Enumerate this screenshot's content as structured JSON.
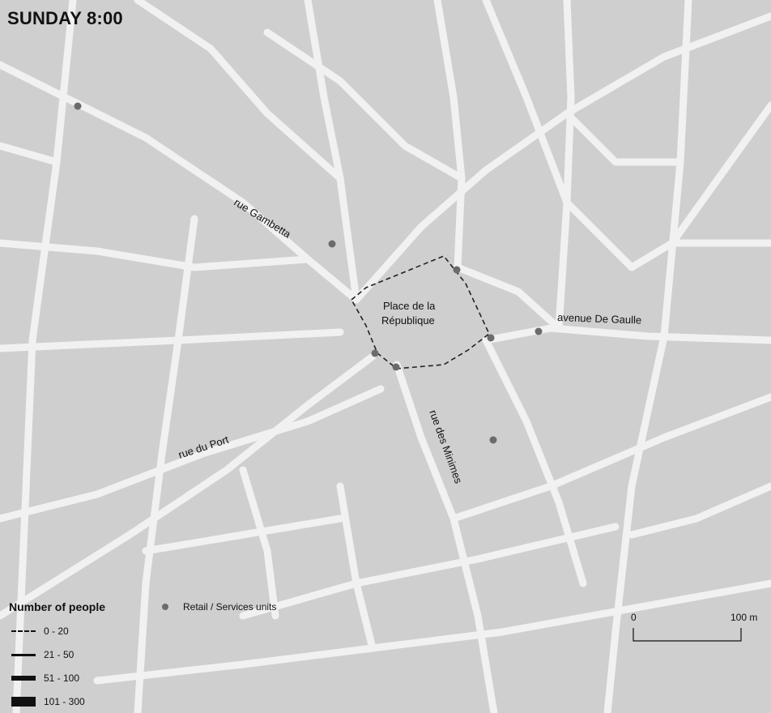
{
  "title": "SUNDAY 8:00",
  "street_labels": {
    "gambetta": "rue Gambetta",
    "place": [
      "Place de la",
      "République"
    ],
    "de_gaulle": "avenue De Gaulle",
    "port": "rue du Port",
    "minimes": "rue des Minimes"
  },
  "legend": {
    "title": "Number of people",
    "classes": [
      "0 - 20",
      "21 - 50",
      "51 - 100",
      "101 - 300"
    ],
    "retail_label": "Retail / Services units"
  },
  "scale": {
    "zero": "0",
    "end": "100 m"
  },
  "colors": {
    "background": "#cfcfcf",
    "street": "#f1f1f1",
    "dot": "#6b6b6b",
    "ink": "#111111"
  }
}
